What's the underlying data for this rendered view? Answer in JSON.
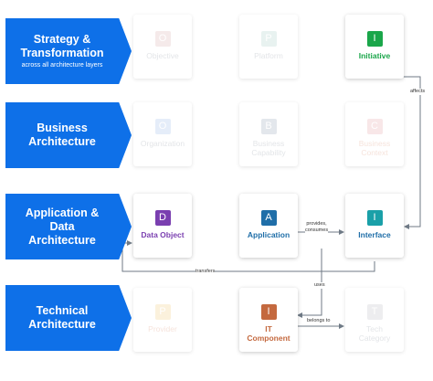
{
  "layers": [
    {
      "title": "Strategy &\nTransformation",
      "subtitle": "across all architecture layers"
    },
    {
      "title": "Business\nArchitecture"
    },
    {
      "title": "Application &\nData\nArchitecture"
    },
    {
      "title": "Technical\nArchitecture"
    }
  ],
  "cards": {
    "objective": {
      "letter": "O",
      "label": "Objective",
      "color": "#d9a6a6"
    },
    "platform": {
      "letter": "P",
      "label": "Platform",
      "color": "#9fcac0"
    },
    "initiative": {
      "letter": "I",
      "label": "Initiative",
      "color": "#1aa64a"
    },
    "organization": {
      "letter": "O",
      "label": "Organization",
      "color": "#8fb2e8"
    },
    "business_capability": {
      "letter": "B",
      "label": "Business\nCapability",
      "color": "#8a98b0"
    },
    "business_context": {
      "letter": "C",
      "label": "Business\nContext",
      "color": "#e69aa0"
    },
    "data_object": {
      "letter": "D",
      "label": "Data Object",
      "color": "#7a3fb0"
    },
    "application": {
      "letter": "A",
      "label": "Application",
      "color": "#1f6ea8"
    },
    "interface": {
      "letter": "I",
      "label": "Interface",
      "color": "#1aa0a8"
    },
    "provider": {
      "letter": "P",
      "label": "Provider",
      "color": "#f2c46a"
    },
    "it_component": {
      "letter": "I",
      "label": "IT\nComponent",
      "color": "#c4693f"
    },
    "tech_category": {
      "letter": "T",
      "label": "Tech\nCategory",
      "color": "#b6b6bd"
    }
  },
  "relations": {
    "affects": "affects",
    "provides_consumes": "provides,\nconsumes",
    "transfers": "transfers",
    "uses": "uses",
    "belongs_to": "belongs to"
  },
  "colors": {
    "layer_bg": "#0e70e8",
    "accent_text": "#1f6ea8",
    "orange_text": "#c4693f",
    "green_text": "#1aa64a",
    "purple_text": "#7a3fb0"
  }
}
